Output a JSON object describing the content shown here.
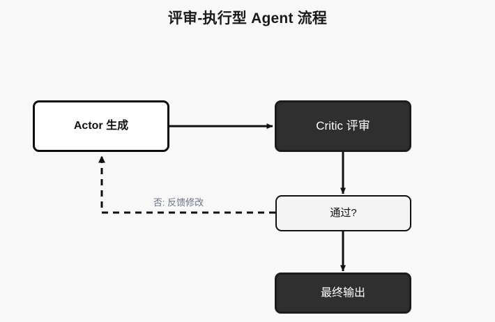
{
  "page": {
    "title": "评审-执行型 Agent 流程",
    "background_color": "#f8f8f8"
  },
  "diagram": {
    "type": "flowchart",
    "direction": "left-to-right-then-down",
    "nodes": [
      {
        "id": "actor",
        "label": "Actor 生成",
        "shape": "rounded-rect",
        "fill": "#ffffff",
        "stroke": "#0d0d0d",
        "text_color": "#111111",
        "bold": true
      },
      {
        "id": "critic",
        "label": "Critic 评审",
        "shape": "rounded-rect",
        "fill": "#2f2f2f",
        "stroke": "#1c1c1c",
        "text_color": "#ffffff",
        "bold": false
      },
      {
        "id": "decision",
        "label": "通过?",
        "shape": "rounded-rect",
        "fill": "#f4f4f4",
        "stroke": "#111111",
        "text_color": "#111111",
        "bold": false
      },
      {
        "id": "final",
        "label": "最终输出",
        "shape": "rounded-rect",
        "fill": "#2f2f2f",
        "stroke": "#1c1c1c",
        "text_color": "#ffffff",
        "bold": false
      }
    ],
    "edges": [
      {
        "id": "actor-to-critic",
        "from": "actor",
        "to": "critic",
        "style": "solid",
        "label": "",
        "color": "#111111"
      },
      {
        "id": "critic-to-decision",
        "from": "critic",
        "to": "decision",
        "style": "solid",
        "label": "",
        "color": "#111111"
      },
      {
        "id": "decision-to-final",
        "from": "decision",
        "to": "final",
        "style": "solid",
        "label": "",
        "color": "#111111"
      },
      {
        "id": "decision-to-actor-feedback",
        "from": "decision",
        "to": "actor",
        "style": "dashed",
        "label": "否: 反馈修改",
        "label_color": "#6b7280",
        "color": "#111111"
      }
    ]
  }
}
